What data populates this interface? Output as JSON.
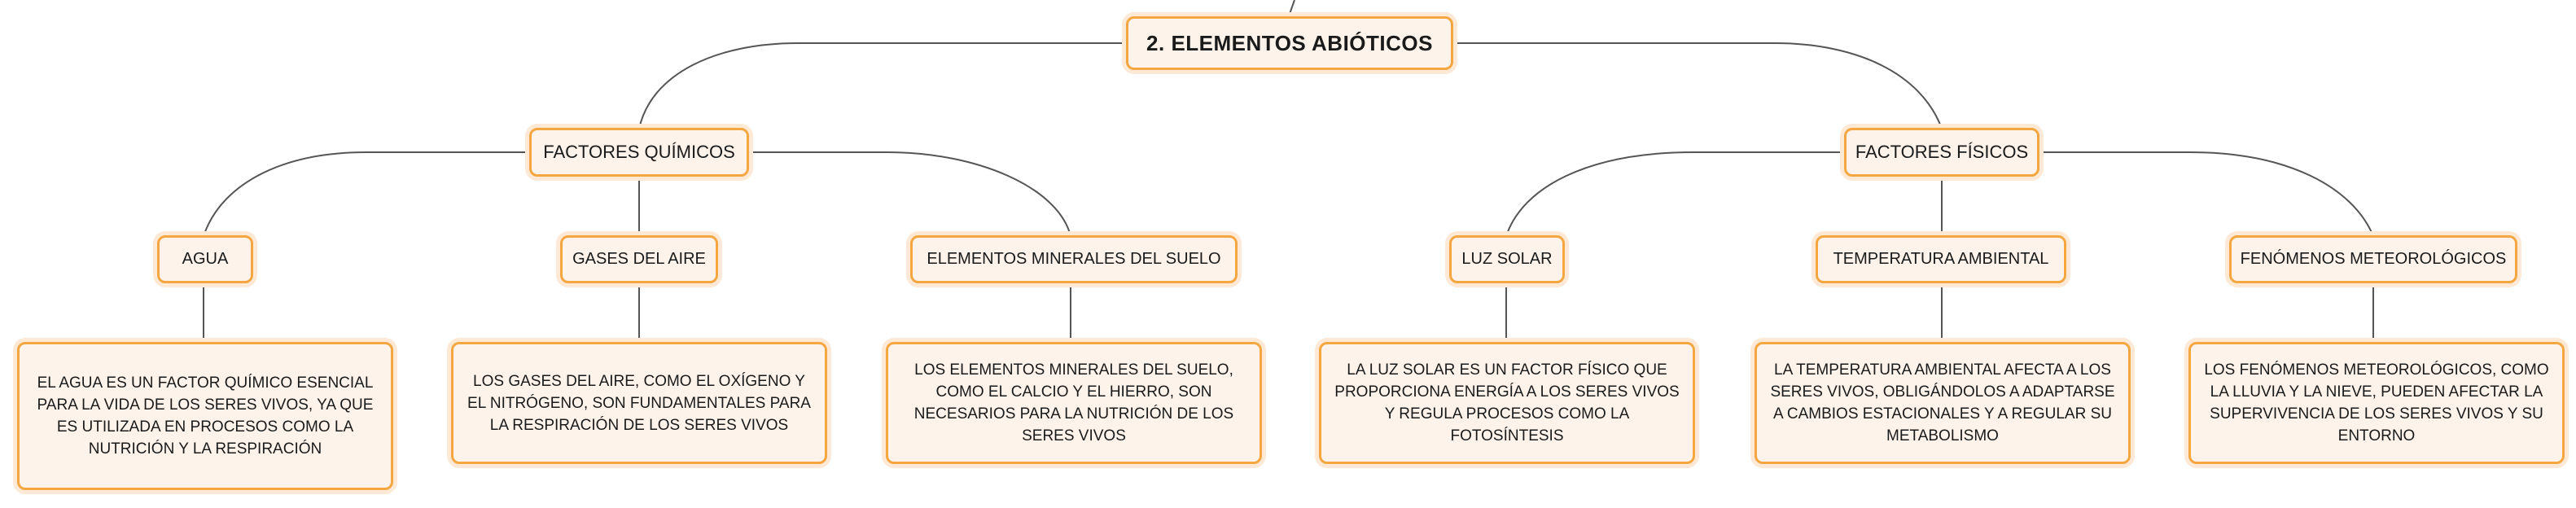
{
  "map": {
    "root": "2. ELEMENTOS ABIÓTICOS",
    "branches": [
      {
        "label": "FACTORES QUÍMICOS",
        "children": [
          {
            "label": "AGUA",
            "description": "EL AGUA ES UN FACTOR QUÍMICO ESENCIAL PARA LA VIDA DE LOS SERES VIVOS, YA QUE ES UTILIZADA EN PROCESOS COMO LA NUTRICIÓN Y LA RESPIRACIÓN"
          },
          {
            "label": "GASES DEL AIRE",
            "description": "LOS GASES DEL AIRE, COMO EL OXÍGENO Y EL NITRÓGENO, SON FUNDAMENTALES PARA LA RESPIRACIÓN DE LOS SERES VIVOS"
          },
          {
            "label": "ELEMENTOS MINERALES DEL SUELO",
            "description": "LOS ELEMENTOS MINERALES DEL SUELO, COMO EL CALCIO Y EL HIERRO, SON NECESARIOS PARA LA NUTRICIÓN DE LOS SERES VIVOS"
          }
        ]
      },
      {
        "label": "FACTORES FÍSICOS",
        "children": [
          {
            "label": "LUZ SOLAR",
            "description": "LA LUZ SOLAR ES UN FACTOR FÍSICO QUE PROPORCIONA ENERGÍA A LOS SERES VIVOS Y REGULA PROCESOS COMO LA FOTOSÍNTESIS"
          },
          {
            "label": "TEMPERATURA AMBIENTAL",
            "description": "LA TEMPERATURA AMBIENTAL AFECTA A LOS SERES VIVOS, OBLIGÁNDOLOS A ADAPTARSE A CAMBIOS ESTACIONALES Y A REGULAR SU METABOLISMO"
          },
          {
            "label": "FENÓMENOS METEOROLÓGICOS",
            "description": "LOS FENÓMENOS METEOROLÓGICOS, COMO LA LLUVIA Y LA NIEVE, PUEDEN AFECTAR LA SUPERVIVENCIA DE LOS SERES VIVOS Y SU ENTORNO"
          }
        ]
      }
    ]
  }
}
